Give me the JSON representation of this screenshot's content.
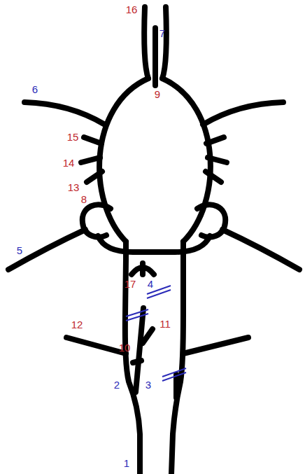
{
  "diagram": {
    "labels": [
      "16",
      "7",
      "9",
      "6",
      "15",
      "14",
      "13",
      "8",
      "5",
      "17",
      "4",
      "11",
      "10",
      "12",
      "2",
      "3",
      "1"
    ]
  }
}
